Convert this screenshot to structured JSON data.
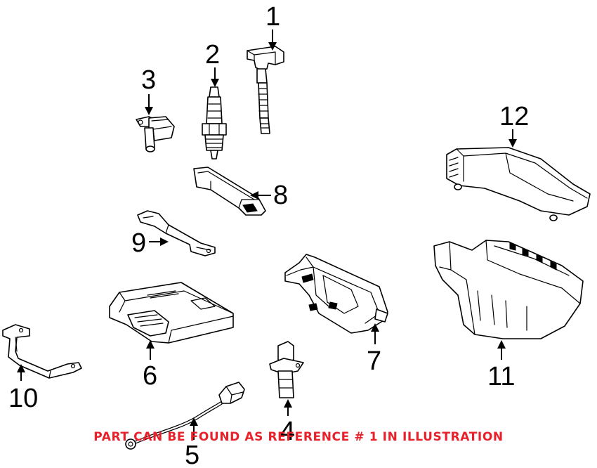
{
  "callouts": {
    "c1": "1",
    "c2": "2",
    "c3": "3",
    "c4": "4",
    "c5": "5",
    "c6": "6",
    "c7": "7",
    "c8": "8",
    "c9": "9",
    "c10": "10",
    "c11": "11",
    "c12": "12"
  },
  "footer": {
    "note": "PART CAN BE FOUND AS REFERENCE # 1 IN ILLUSTRATION",
    "color": "#e8202a"
  },
  "parts": [
    "ignition-coil",
    "spark-plug",
    "camshaft-position-sensor",
    "crankshaft-position-sensor",
    "knock-sensor",
    "engine-control-module",
    "ecm-bracket",
    "coil-cover-bracket",
    "wiring-bracket",
    "support-bracket",
    "ecm-box",
    "ecm-box-cover"
  ]
}
